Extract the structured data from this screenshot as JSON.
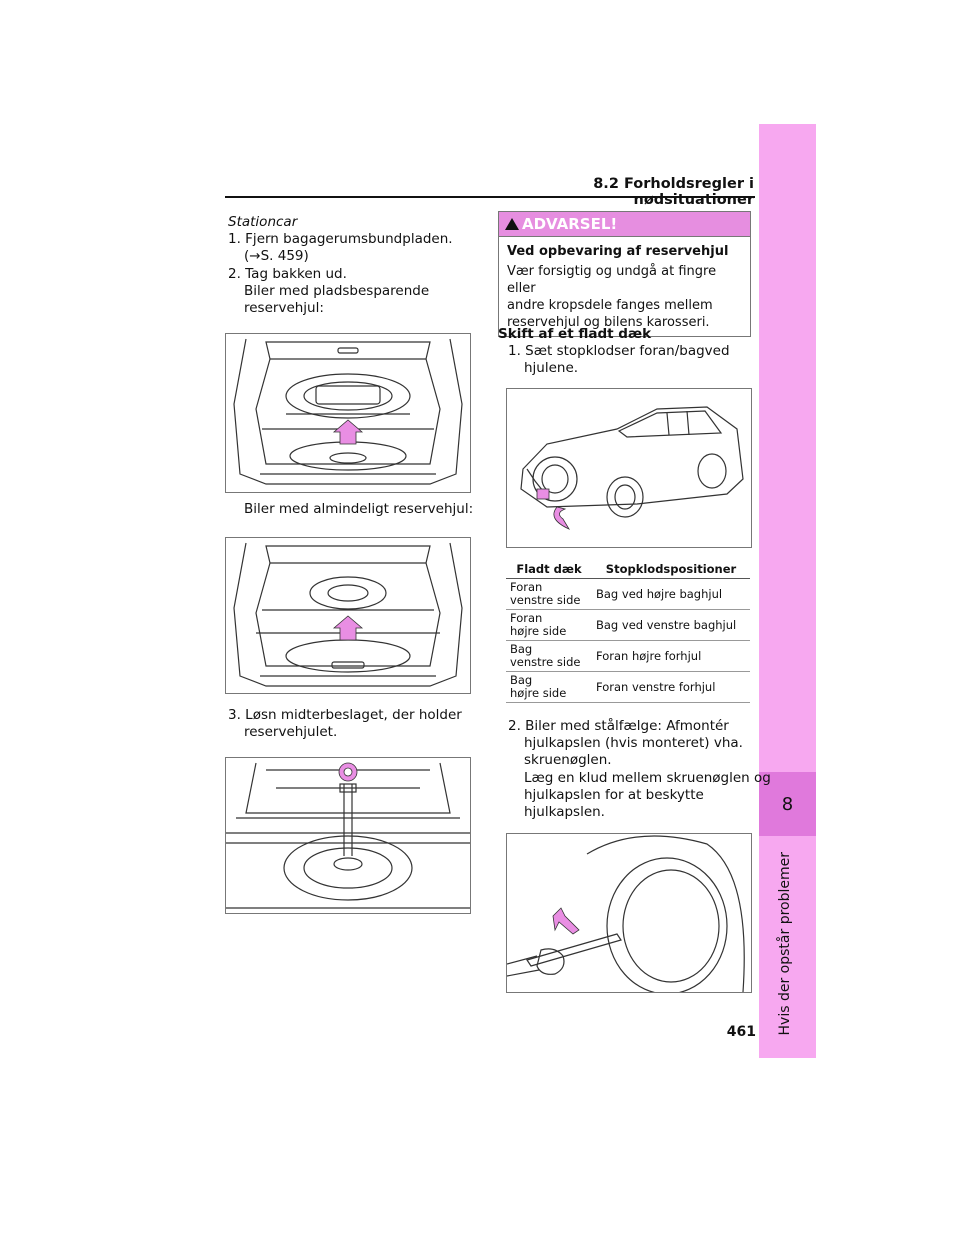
{
  "header": {
    "section_title": "8.2 Forholdsregler i nødsituationer"
  },
  "side_tab": {
    "chapter_number": "8",
    "chapter_title": "Hvis der opstår problemer"
  },
  "page_number": "461",
  "left": {
    "subtitle": "Stationcar",
    "step1_line1": "1. Fjern bagagerumsbundpladen.",
    "step1_line2": "(→S. 459)",
    "step2": "2. Tag bakken ud.",
    "note1_line1": "Biler med pladsbesparende",
    "note1_line2": "reservehjul:",
    "note2": "Biler med almindeligt reservehjul:",
    "step3_line1": "3. Løsn midterbeslaget, der holder",
    "step3_line2": "reservehjulet."
  },
  "warning": {
    "heading": "ADVARSEL!",
    "title": "Ved opbevaring af reservehjul",
    "body_line1": "Vær forsigtig og undgå at fingre eller",
    "body_line2": "andre kropsdele fanges mellem",
    "body_line3": "reservehjul og bilens karosseri."
  },
  "right": {
    "section_heading": "Skift af et fladt dæk",
    "step1_line1": "1. Sæt stopklodser foran/bagved",
    "step1_line2": "hjulene.",
    "table": {
      "headers": [
        "Fladt dæk",
        "Stopklodspositioner"
      ],
      "rows": [
        {
          "a1": "Foran",
          "a2": "venstre side",
          "b": "Bag ved højre baghjul"
        },
        {
          "a1": "Foran",
          "a2": "højre side",
          "b": "Bag ved venstre baghjul"
        },
        {
          "a1": "Bag",
          "a2": "venstre side",
          "b": "Foran højre forhjul"
        },
        {
          "a1": "Bag",
          "a2": "højre side",
          "b": "Foran venstre forhjul"
        }
      ]
    },
    "step2_line1": "2. Biler med stålfælge: Afmontér",
    "step2_line2": "hjulkapslen (hvis monteret) vha.",
    "step2_line3": "skruenøglen.",
    "note_line1": "Læg en klud mellem skruenøglen og",
    "note_line2": "hjulkapslen for at beskytte",
    "note_line3": "hjulkapslen."
  },
  "colors": {
    "tab_light": "#f7a8f0",
    "tab_dark": "#e079dc",
    "warning_header": "#e68ee0",
    "arrow": "#e98ee3"
  }
}
